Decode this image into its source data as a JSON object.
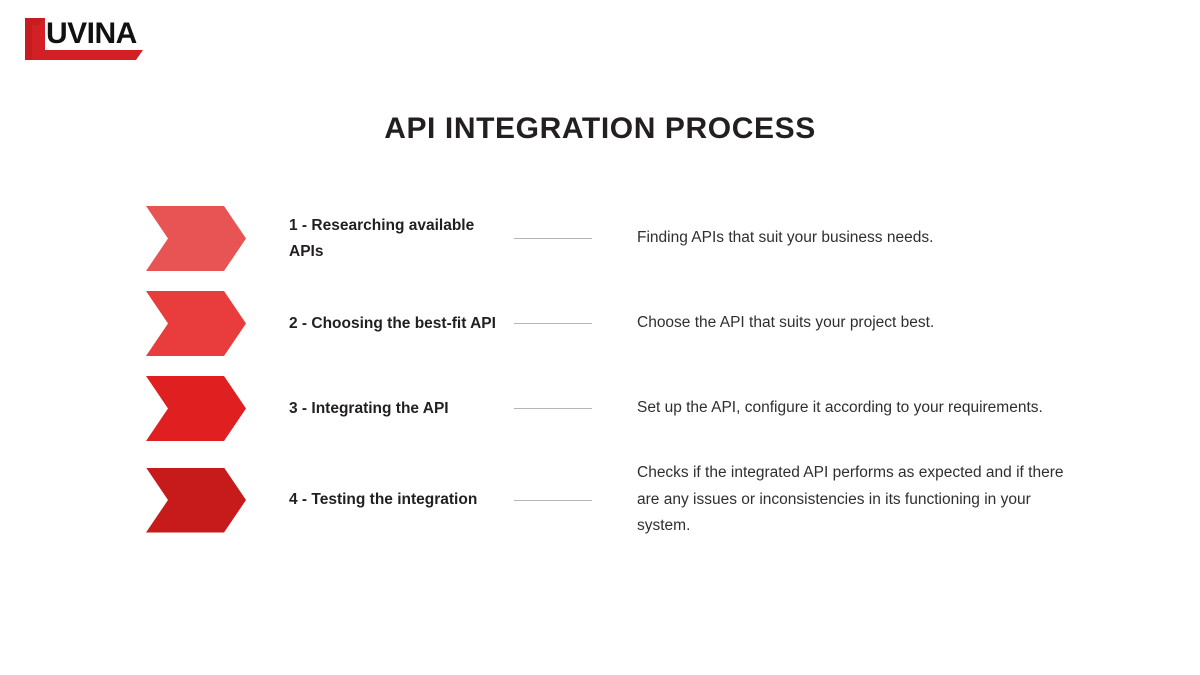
{
  "brand": {
    "logo_text_first": "L",
    "logo_text_rest": "UVINA",
    "logo_full": "LUVINA",
    "logo_red": "#D31F26"
  },
  "header": {
    "title": "API INTEGRATION PROCESS"
  },
  "process": {
    "steps": [
      {
        "label": "1 - Researching available APIs",
        "description": "Finding APIs that suit your business needs.",
        "arrow_color": "#E85353",
        "icon": "chevron-arrow-right"
      },
      {
        "label": "2 - Choosing the best-fit API",
        "description": "Choose the API that suits your project best.",
        "arrow_color": "#E93C3C",
        "icon": "chevron-arrow-right"
      },
      {
        "label": "3 - Integrating the API",
        "description": "Set up the API, configure it according to your requirements.",
        "arrow_color": "#E02020",
        "icon": "chevron-arrow-right"
      },
      {
        "label": "4 - Testing the integration",
        "description": "Checks if the integrated API performs as expected and if there are any issues or inconsistencies in its functioning in your system.",
        "arrow_color": "#C71A1A",
        "icon": "chevron-arrow-right"
      }
    ],
    "connector_color": "#b5b5b5"
  },
  "colors": {
    "background": "#ffffff",
    "title": "#231f20",
    "body_text": "#2f2f2f"
  }
}
